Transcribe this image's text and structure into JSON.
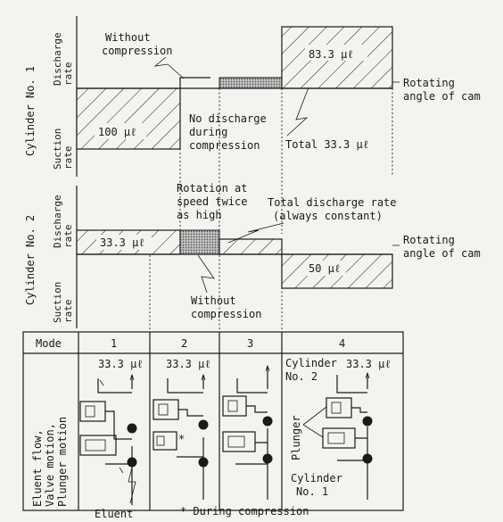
{
  "cylinder1": {
    "label": "Cylinder No. 1",
    "discharge_label": [
      "Discharge",
      "rate"
    ],
    "suction_label": [
      "Suction",
      "rate"
    ],
    "discharge_value": "83.3 μℓ",
    "suction_value": "100 μℓ",
    "axis_label": [
      "Rotating",
      "angle of cam"
    ]
  },
  "cylinder2": {
    "label": "Cylinder No. 2",
    "discharge_label": [
      "Discharge",
      "rate"
    ],
    "suction_label": [
      "Suction",
      "rate"
    ],
    "discharge_value": "33.3 μℓ",
    "suction_value": "50 μℓ",
    "axis_label": [
      "Rotating",
      "angle of cam"
    ]
  },
  "annotations": {
    "without_compression_1": [
      "Without",
      "compression"
    ],
    "no_discharge": [
      "No discharge",
      "during",
      "compression"
    ],
    "total": "Total 33.3 μℓ",
    "rotation": [
      "Rotation at",
      "speed twice",
      "as high"
    ],
    "total_discharge": [
      "Total discharge rate",
      "(always constant)"
    ],
    "without_compression_2": [
      "Without",
      "compression"
    ]
  },
  "table": {
    "mode_header": "Mode",
    "modes": [
      "1",
      "2",
      "3",
      "4"
    ],
    "row_label": [
      "Eluent flow,",
      "Valve motion,",
      "Plunger motion"
    ],
    "volume": "33.3 μℓ",
    "star": "*",
    "cylinder2_label": [
      "Cylinder",
      "No. 2"
    ],
    "plunger_label": "Plunger",
    "cylinder1_label": [
      "Cylinder",
      "No. 1"
    ]
  },
  "footer": {
    "eluent": "Eluent",
    "note": "* During compression"
  }
}
